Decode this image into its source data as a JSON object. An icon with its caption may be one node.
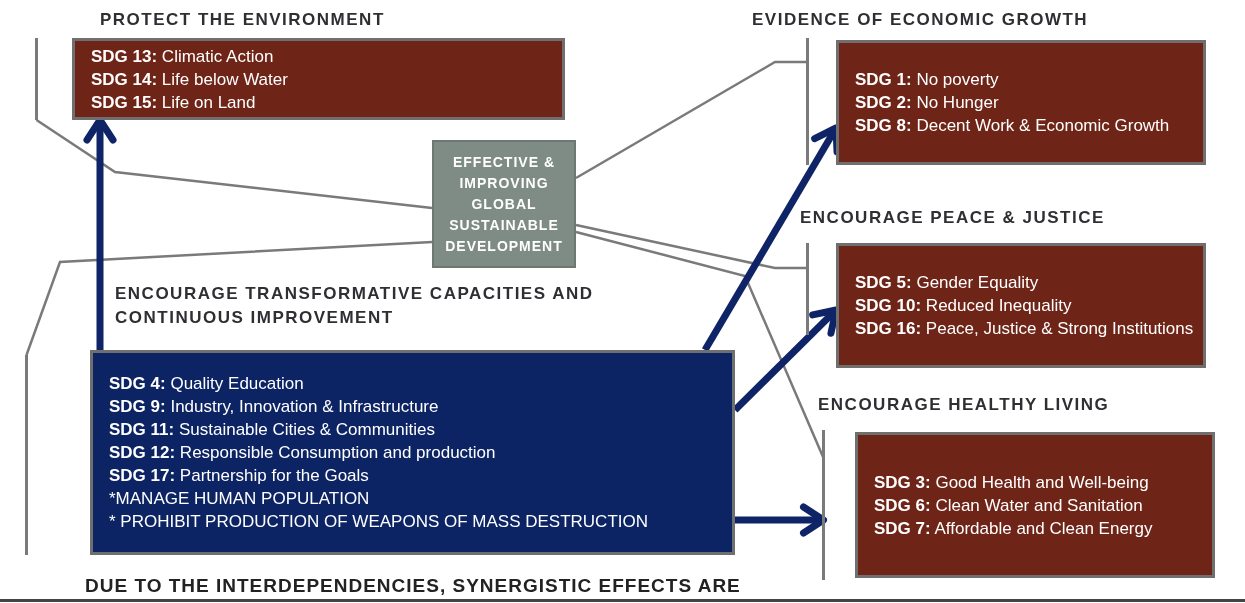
{
  "diagram": {
    "nodes": [
      {
        "text": [
          "PROTECT THE ENVIRONMENT",
          "**SDG 13:** Climatic Action",
          "**SDG 14:** Life below Water",
          "**SDG 15:** Life on Land"
        ]
      },
      {
        "text": [
          "EVIDENCE OF ECONOMIC GROWTH",
          "**SDG 1:** No poverty",
          "**SDG 2:** No Hunger",
          "**SDG 8:** Decent Work & Economic Growth"
        ]
      },
      {
        "text": [
          "EFFECTIVE & IMPROVING GLOBAL SUSTAINABLE DEVELOPMENT"
        ]
      },
      {
        "text": [
          "ENCOURAGE PEACE & JUSTICE",
          "**SDG 5:** Gender Equality",
          "**SDG 10:** Reduced Inequality",
          "**SDG 16:** Peace, Justice & Strong Institutions"
        ]
      },
      {
        "text": [
          "ENCOURAGE TRANSFORMATIVE CAPACITIES AND CONTINUOUS IMPROVEMENT",
          "**SDG 4:** Quality Education",
          "**SDG 9:** Industry, Innovation & Infrastructure",
          "**SDG 11:** Sustainable Cities & Communities",
          "**SDG 12:** Responsible Consumption and production",
          "**SDG 17:** Partnership for the Goals",
          "*MANAGE HUMAN POPULATION",
          "* PROHIBIT PRODUCTION OF WEAPONS OF MASS DESTRUCTION"
        ]
      },
      {
        "text": [
          "ENCOURAGE HEALTHY LIVING",
          "**SDG 3:** Good Health and Well-being",
          "**SDG 6:** Clean Water and Sanitation",
          "**SDG 7:** Affordable and Clean Energy"
        ]
      }
    ],
    "edges": [
      {
        "from": 2,
        "to": 0,
        "arrow": "none"
      },
      {
        "from": 2,
        "to": 1,
        "arrow": "none"
      },
      {
        "from": 2,
        "to": 3,
        "arrow": "none"
      },
      {
        "from": 2,
        "to": 5,
        "arrow": "none"
      },
      {
        "from": 2,
        "to": 4,
        "arrow": "none"
      },
      {
        "from": 4,
        "to": 0,
        "arrow": "to",
        "style": "thick",
        "color": "#0f2466"
      },
      {
        "from": 4,
        "to": 1,
        "arrow": "to",
        "style": "thick",
        "color": "#0f2466"
      },
      {
        "from": 4,
        "to": 3,
        "arrow": "to",
        "style": "thick",
        "color": "#0f2466"
      },
      {
        "from": 4,
        "to": 5,
        "arrow": "to",
        "style": "thick",
        "color": "#0f2466"
      }
    ],
    "labels": [
      "DUE TO THE INTERDEPENDENCIES, SYNERGISTIC EFFECTS ARE"
    ]
  }
}
